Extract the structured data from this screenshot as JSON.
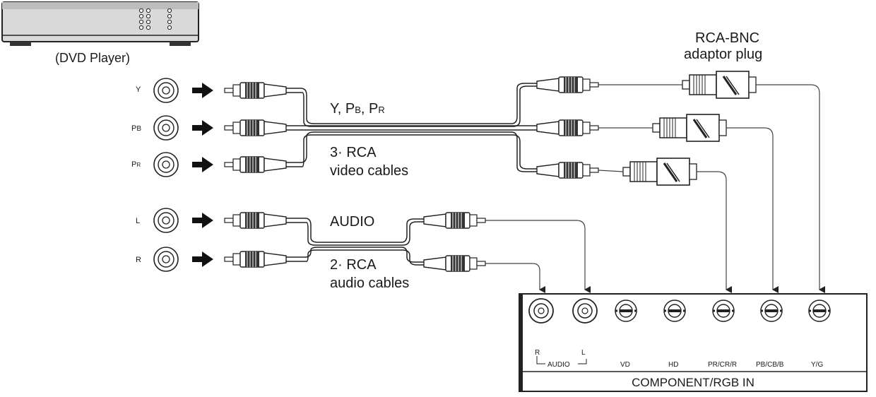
{
  "source_device": {
    "label": "(DVD Player)"
  },
  "source_jacks": [
    {
      "label": "Y",
      "sub": ""
    },
    {
      "label": "P",
      "sub": "B"
    },
    {
      "label": "P",
      "sub": "R"
    },
    {
      "label": "L",
      "sub": ""
    },
    {
      "label": "R",
      "sub": ""
    }
  ],
  "video_cable": {
    "title_y": "Y, P",
    "title_pb_sub": "B",
    "title_sep": ", P",
    "title_pr_sub": "R",
    "caption_line1": "3· RCA",
    "caption_line2": "video cables"
  },
  "audio_cable": {
    "title": "AUDIO",
    "caption_line1": "2· RCA",
    "caption_line2": "audio cables"
  },
  "adaptor": {
    "line1": "RCA-BNC",
    "line2": "adaptor plug"
  },
  "panel": {
    "title": "COMPONENT/RGB IN",
    "audio_r": "R",
    "audio_l": "L",
    "audio_label": "AUDIO",
    "ports": [
      "VD",
      "HD",
      "PR/CR/R",
      "PB/CB/B",
      "Y/G"
    ]
  }
}
